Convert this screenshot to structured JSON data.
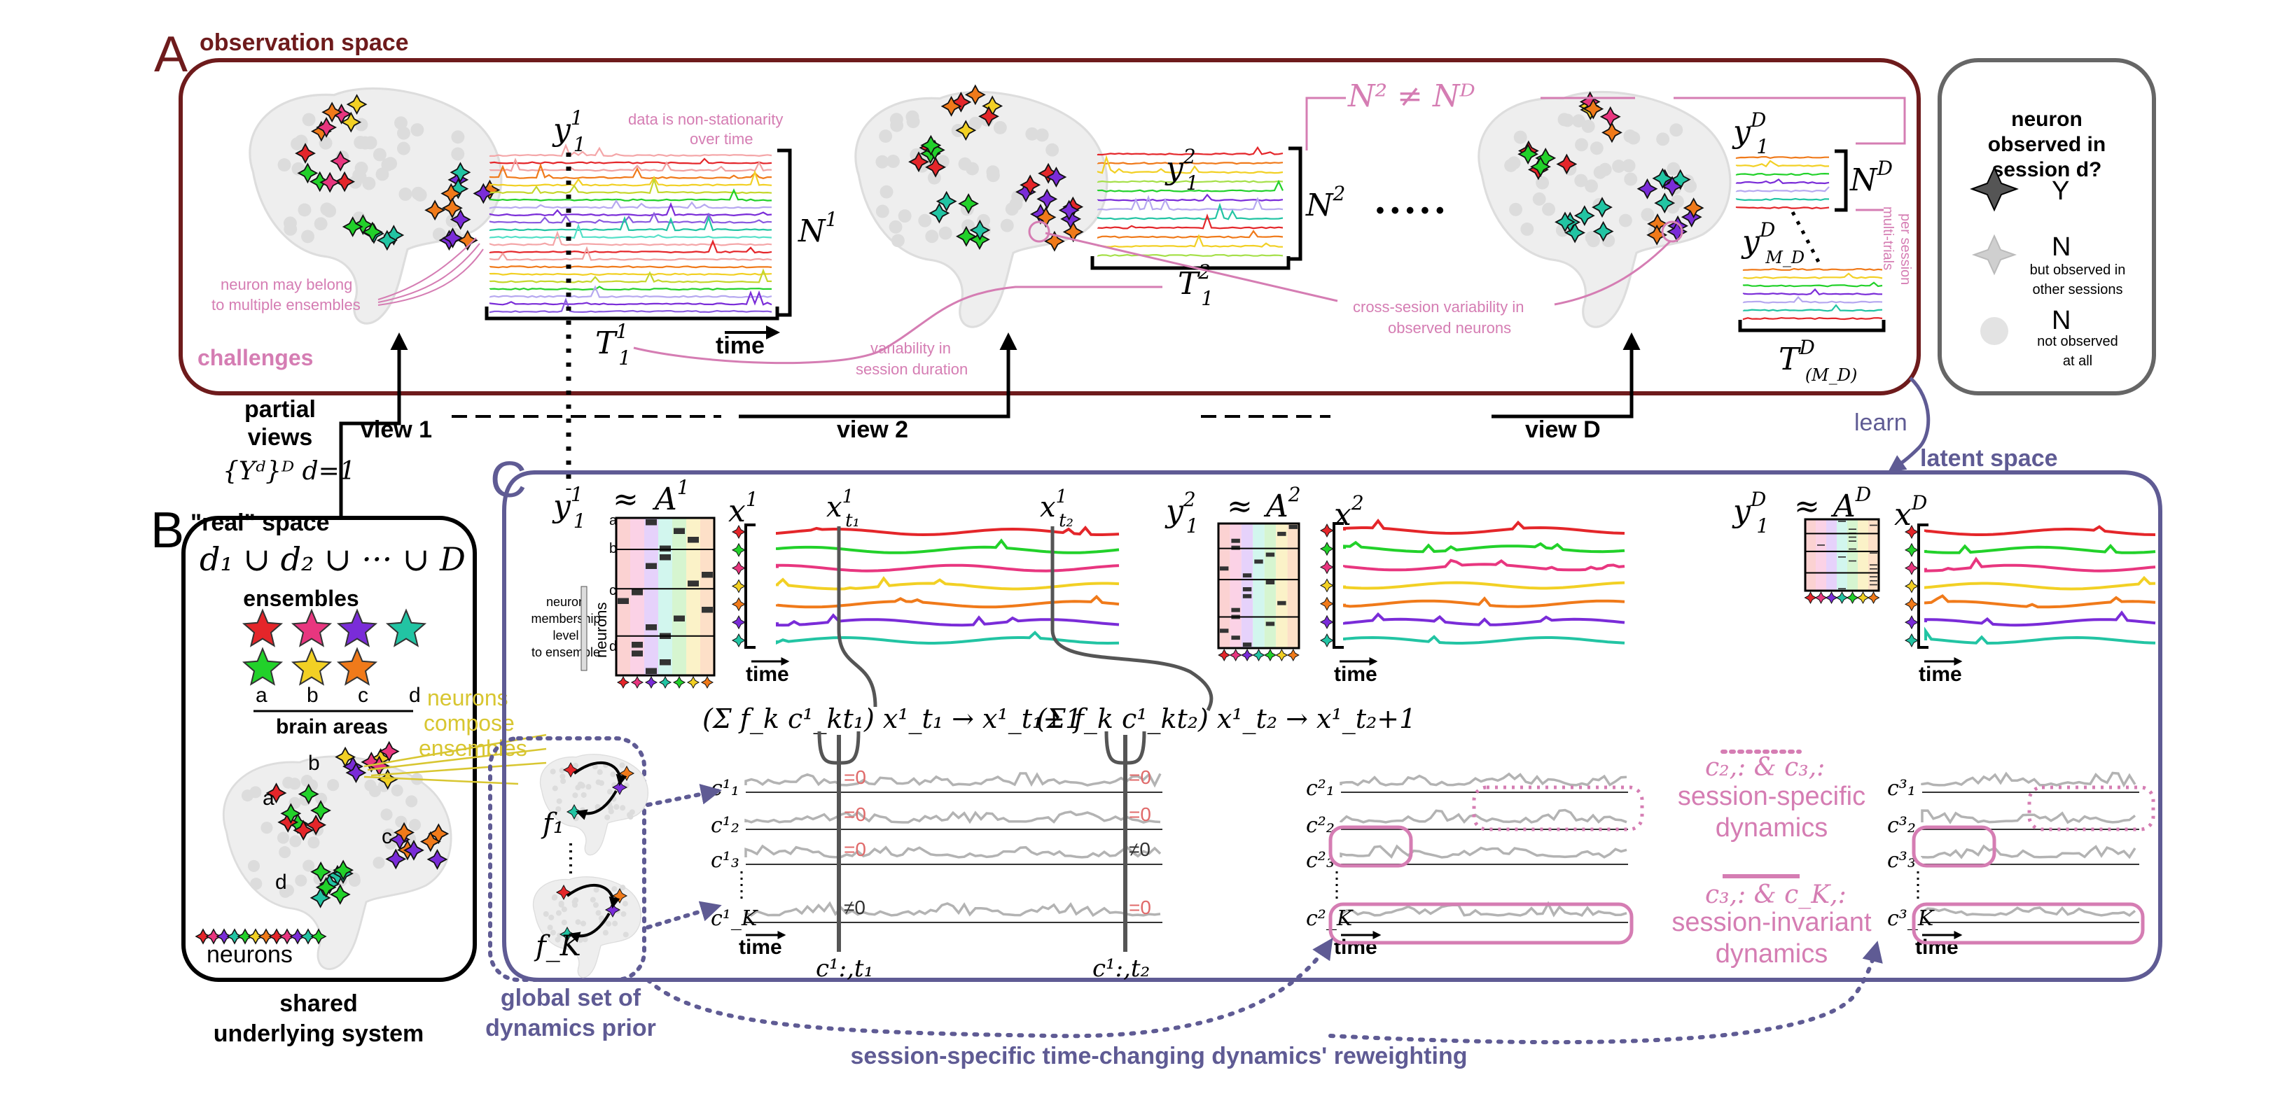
{
  "colors": {
    "maroon": "#6e1b1c",
    "purple": "#5f5b94",
    "pink": "#d57db3",
    "yellow": "#d8c631",
    "gray_text": "#444444",
    "stars": [
      "#e4262a",
      "#e8367f",
      "#7a2cd8",
      "#22c4a3",
      "#22d12a",
      "#f2d024",
      "#f07a1a"
    ]
  },
  "panels": {
    "A": {
      "letter": "A",
      "title": "observation space",
      "challenges": "challenges",
      "nonstationary": [
        "data is non-stationarity",
        "over time"
      ],
      "ensembles_note": [
        "neuron may belong",
        "to multiple ensembles"
      ],
      "neq": "N² ≠ Nᴰ",
      "dots": "• • • • •",
      "duration_note": [
        "variability in",
        "session duration"
      ],
      "crosssession_note": [
        "cross-sesion variability in",
        "observed neurons"
      ],
      "multitrial_note": [
        "multi-trials",
        "per session"
      ],
      "time_label": "time",
      "sessions": [
        {
          "y": "y",
          "sup": "1",
          "sub": "1",
          "N": "N",
          "Nsup": "1",
          "T": "T",
          "Tsup": "1",
          "Tsub": "1"
        },
        {
          "y": "y",
          "sup": "2",
          "sub": "1",
          "N": "N",
          "Nsup": "2",
          "T": "T",
          "Tsup": "2",
          "Tsub": "1"
        },
        {
          "y": "y",
          "sup": "D",
          "sub": "1",
          "N": "N",
          "Nsup": "D",
          "T": "T",
          "Tsup": "D",
          "Tsub": "(M_D)"
        }
      ],
      "y_md": {
        "y": "y",
        "sup": "D",
        "sub": "M_D"
      }
    },
    "legend": {
      "title": [
        "neuron",
        "observed in",
        "session d?"
      ],
      "items": [
        {
          "letter": "Y",
          "note": []
        },
        {
          "letter": "N",
          "note": [
            "but observed in",
            "other sessions"
          ]
        },
        {
          "letter": "N",
          "note": [
            "not observed",
            "at all"
          ]
        }
      ]
    },
    "views": {
      "partial": [
        "partial",
        "views"
      ],
      "set_label": "{Yᵈ}ᴰ d=1",
      "view1": "view 1",
      "view2": "view 2",
      "viewD": "view D",
      "learn": "learn"
    },
    "B": {
      "letter": "B",
      "title": "\"real\" space",
      "union": "d₁ ∪ d₂ ∪ ··· ∪ D",
      "ensembles": "ensembles",
      "areas": [
        "a",
        "b",
        "c",
        "d"
      ],
      "brain_areas": "brain areas",
      "compose": [
        "neurons",
        "compose",
        "ensembles"
      ],
      "brain_area_labels": [
        "b",
        "a",
        "c",
        "d"
      ],
      "neurons": "neurons",
      "footer": [
        "shared",
        "underlying system"
      ]
    },
    "C": {
      "letter": "C",
      "title": "latent space",
      "approx_sets": [
        {
          "y": "y",
          "sup": "1",
          "sub": "1",
          "A": "A",
          "Asup": "1",
          "x": "x",
          "xsup": "1"
        },
        {
          "y": "y",
          "sup": "2",
          "sub": "1",
          "A": "A",
          "Asup": "2",
          "x": "x",
          "xsup": "2"
        },
        {
          "y": "y",
          "sup": "D",
          "sub": "1",
          "A": "A",
          "Asup": "D",
          "x": "x",
          "xsup": "D"
        }
      ],
      "xt1": {
        "x": "x",
        "sup": "1",
        "sub": "t₁"
      },
      "xt2": {
        "x": "x",
        "sup": "1",
        "sub": "t₂"
      },
      "eq1": "(Σ f_k c¹_kt₁) x¹_t₁ → x¹_t₁+1",
      "eq2": "(Σ f_k c¹_kt₂) x¹_t₂ → x¹_t₂+1",
      "matrix_axis": "neurons",
      "matrix_rows": [
        "a",
        "b",
        "c",
        "d"
      ],
      "membership_note": [
        "neuron",
        "membership",
        "level",
        "to ensemble"
      ],
      "time_label": "time",
      "f1": "f₁",
      "fK": "f_K",
      "global_prior": [
        "global set of",
        "dynamics prior"
      ],
      "c_rows_1": [
        "c¹₁",
        "c¹₂",
        "c¹₃",
        "c¹_K"
      ],
      "c_rows_2": [
        "c²₁",
        "c²₂",
        "c²₃",
        "c²_K"
      ],
      "c_rows_3": [
        "c³₁",
        "c³₂",
        "c³₃",
        "c³_K"
      ],
      "zero_marks_t1": [
        "=0",
        "=0",
        "=0",
        "≠0"
      ],
      "zero_marks_t2": [
        "=0",
        "=0",
        "≠0",
        "=0"
      ],
      "c_t1": "c¹:,t₁",
      "c_t2": "c¹:,t₂",
      "specific_label": "c₂,: & c₃,:",
      "specific_text": [
        "session-specific",
        "dynamics"
      ],
      "invariant_label": "c₃,: & c_K,:",
      "invariant_text": [
        "session-invariant",
        "dynamics"
      ],
      "reweighting": "session-specific time-changing dynamics' reweighting"
    }
  }
}
